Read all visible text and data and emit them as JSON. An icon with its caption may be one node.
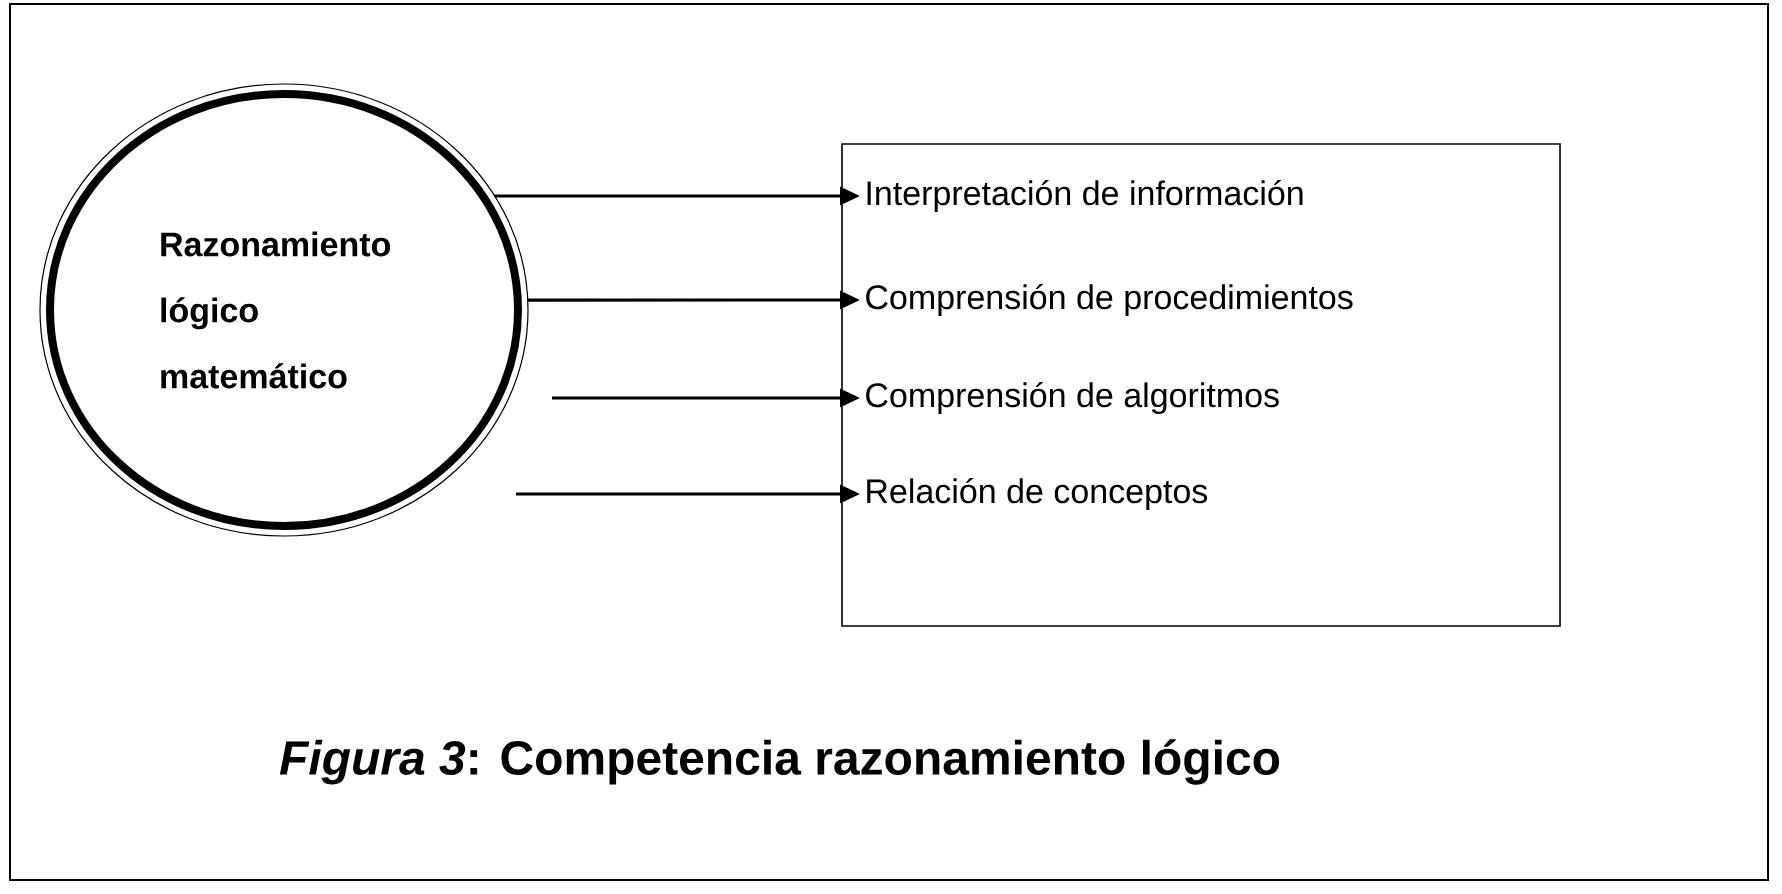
{
  "diagram": {
    "caption": "*Figura 3*: Competencia razonamiento lógico",
    "nodes": [
      {
        "text": [
          "Razonamiento lógico matemático"
        ]
      },
      {
        "text": [],
        "shape": "box"
      },
      {
        "text": [
          "Interpretación de información"
        ],
        "in": 1
      },
      {
        "text": [
          "Comprensión de procedimientos"
        ],
        "in": 1
      },
      {
        "text": [
          "Comprensión de algoritmos"
        ],
        "in": 1
      },
      {
        "text": [
          "Relación de conceptos"
        ],
        "in": 1
      }
    ],
    "edges": [
      {
        "from": 0,
        "to": 2,
        "arrow": "to"
      },
      {
        "from": 0,
        "to": 3,
        "arrow": "to"
      },
      {
        "from": null,
        "to": 4,
        "arrow": "to"
      },
      {
        "from": null,
        "to": 5,
        "arrow": "to"
      }
    ]
  }
}
